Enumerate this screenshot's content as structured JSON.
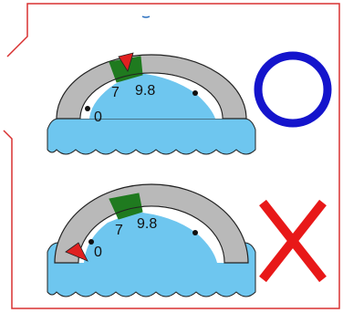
{
  "gauges": [
    {
      "id": "correct",
      "labels": {
        "zero": "0",
        "seven": "7",
        "limit": "9.8"
      },
      "verdict_icon": "circle-correct-icon"
    },
    {
      "id": "incorrect",
      "labels": {
        "zero": "0",
        "seven": "7",
        "limit": "9.8"
      },
      "verdict_icon": "cross-incorrect-icon"
    }
  ],
  "colors": {
    "frame": "#d83030",
    "water": "#6ec6ef",
    "gauge_rim": "#b9b9b9",
    "green_zone": "#1f7a1f",
    "pointer": "#e02020",
    "circle": "#1414cc",
    "cross": "#e81818"
  }
}
